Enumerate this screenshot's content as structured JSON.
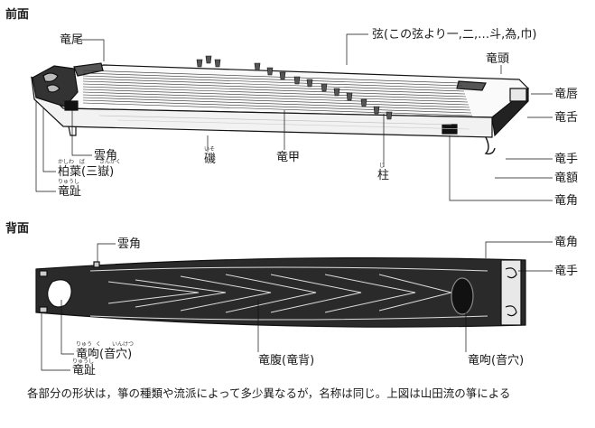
{
  "sections": {
    "front": "前面",
    "back": "背面"
  },
  "front_labels": {
    "ryubi": "竜尾",
    "gen": "弦(この弦より一,二,…斗,為,巾)",
    "ryuto": "竜頭",
    "ryushin": "竜唇",
    "ryuzetsu": "竜舌",
    "ryushu": "竜手",
    "ryugaku": "竜額",
    "ryukaku": "竜角",
    "unkaku": "雲角",
    "kashiwaba": "柏葉(三嶽)",
    "ryushi": "竜趾",
    "iso": "磯",
    "ryuko": "竜甲",
    "ji": "柱"
  },
  "front_ruby": {
    "kashiwa": "かしわ",
    "ba": "ば",
    "sangaku": "さんがく",
    "ryushi": "りゅうし",
    "iso": "いそ",
    "ji": "じ"
  },
  "back_labels": {
    "unkaku": "雲角",
    "ryukaku": "竜角",
    "ryushu": "竜手",
    "ryuku_left": "竜呴(音穴)",
    "ryushi": "竜趾",
    "ryufuku": "竜腹(竜背)",
    "ryuku_right": "竜呴(音穴)"
  },
  "back_ruby": {
    "ryu": "りゅう",
    "ku": "く",
    "inketsu": "いんけつ",
    "ryushi": "りゅうし"
  },
  "caption": "各部分の形状は，箏の種類や流派によって多少異なるが，名称は同じ。上図は山田流の箏による"
}
